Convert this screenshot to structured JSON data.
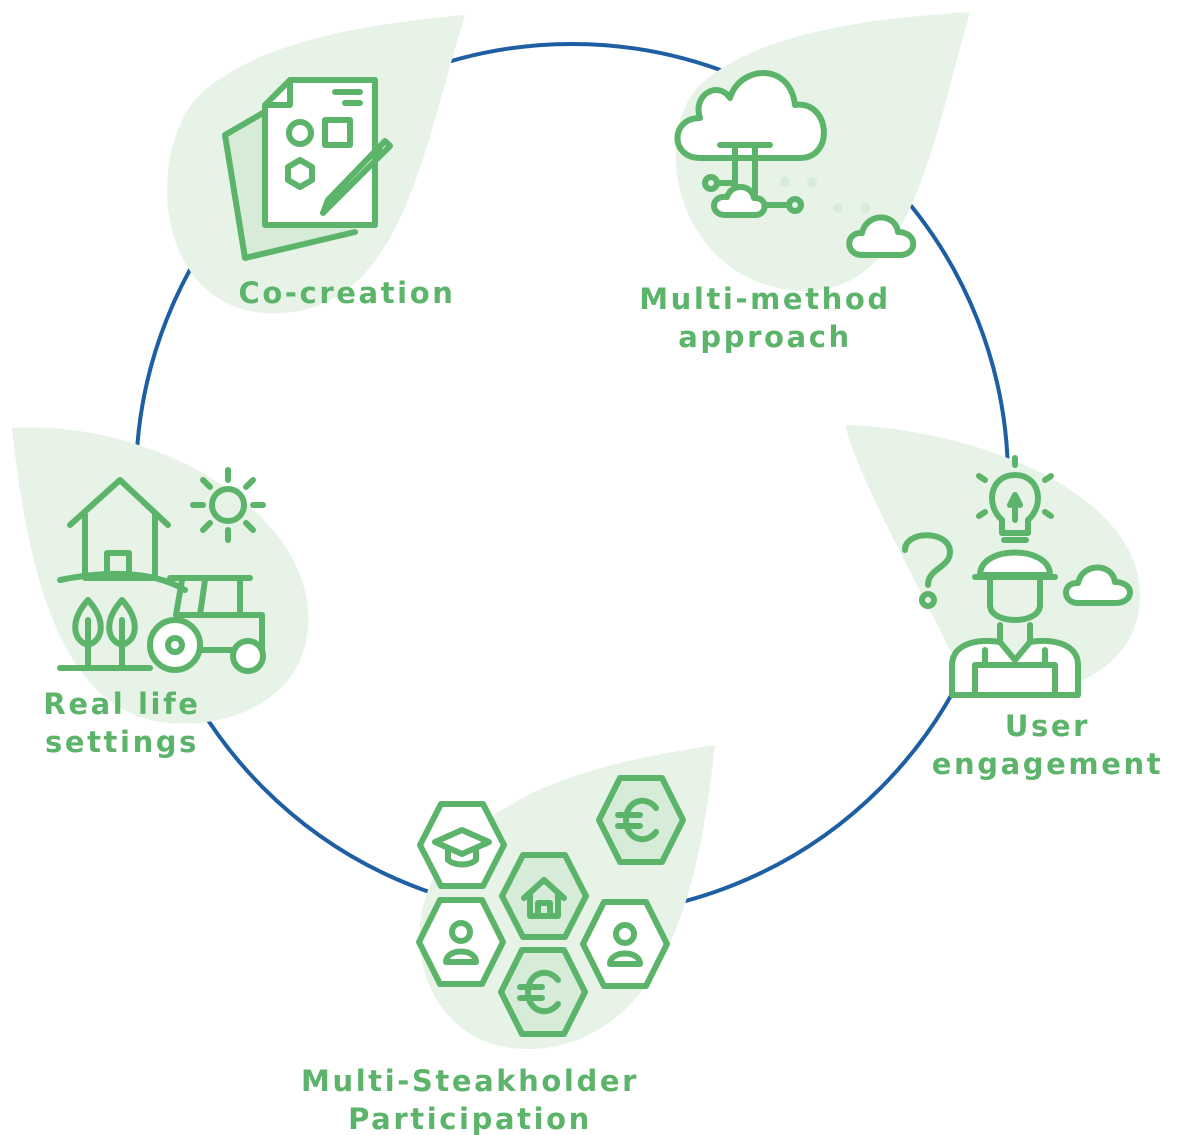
{
  "colors": {
    "accent_green": "#5cb46a",
    "leaf_fill": "#e6f3e6",
    "hex_fill": "#d6ecd8",
    "cycle_line": "#1e5fa3"
  },
  "nodes": [
    {
      "id": "co-creation",
      "label_lines": [
        "Co-creation"
      ],
      "icon": "document-pencil-icon"
    },
    {
      "id": "multi-method",
      "label_lines": [
        "Multi-method",
        "approach"
      ],
      "icon": "cloud-network-icon"
    },
    {
      "id": "user-engagement",
      "label_lines": [
        "User",
        "engagement"
      ],
      "icon": "farmer-idea-icon"
    },
    {
      "id": "multi-stakeholder",
      "label_lines": [
        "Multi-Steakholder",
        "Participation"
      ],
      "icon": "stakeholder-hexagons-icon"
    },
    {
      "id": "real-life",
      "label_lines": [
        "Real life",
        "settings"
      ],
      "icon": "farm-tractor-icon"
    }
  ]
}
